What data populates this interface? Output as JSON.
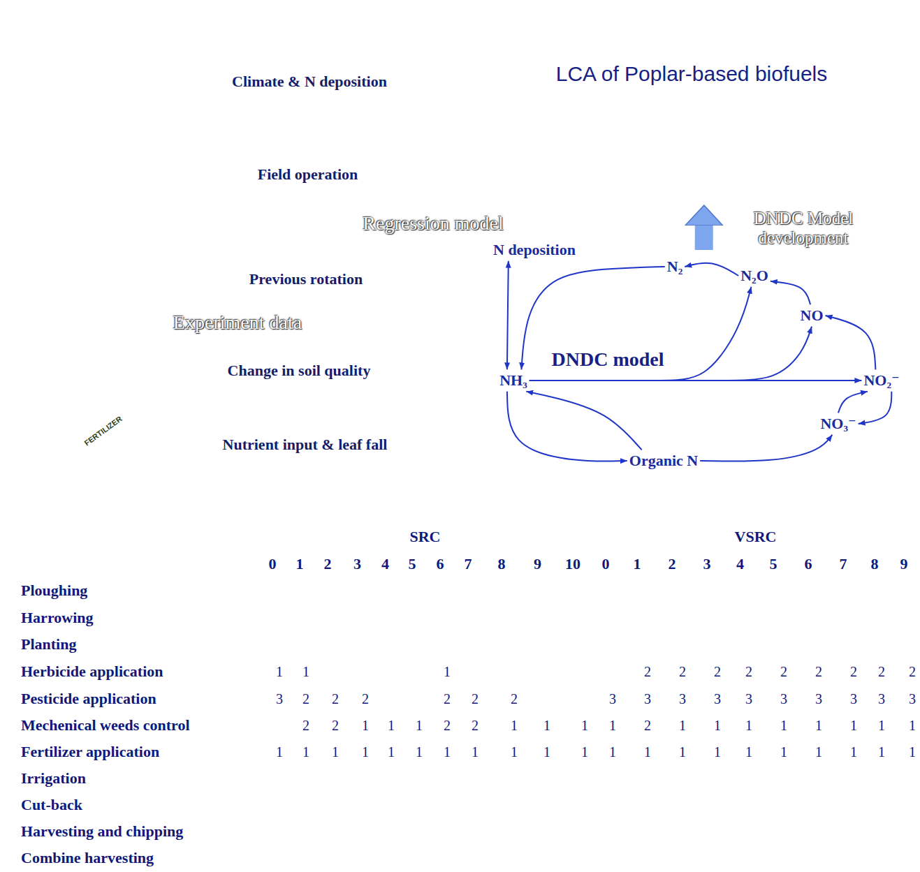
{
  "diagram": {
    "nodes": [
      {
        "text": [
          "Experiment data"
        ]
      },
      {
        "text": [
          "Regression model"
        ]
      },
      {
        "text": [
          "DNDC Model development"
        ]
      },
      {
        "text": [
          "Climate & N deposition"
        ]
      },
      {
        "text": [
          "LCA of Poplar-based biofuels"
        ]
      },
      {
        "text": [
          "Field operation"
        ]
      },
      {
        "text": [
          "Previous rotation"
        ]
      },
      {
        "text": [
          "N deposition"
        ]
      },
      {
        "text": [
          "DNDC model"
        ]
      },
      {
        "text": [
          "N₂"
        ],
        "in": 8
      },
      {
        "text": [
          "N₂O"
        ],
        "in": 8
      },
      {
        "text": [
          "NO"
        ],
        "in": 8
      },
      {
        "text": [
          "NH₃"
        ],
        "in": 8
      },
      {
        "text": [
          "NO₂⁻"
        ],
        "in": 8
      },
      {
        "text": [
          "NO₃⁻"
        ],
        "in": 8
      },
      {
        "text": [
          "Organic N"
        ],
        "in": 8
      },
      {
        "text": [
          "Change in soil quality"
        ]
      },
      {
        "text": [
          "Nutrient input & leaf fall"
        ]
      }
    ],
    "edges": [
      {
        "from": 8,
        "to": 4,
        "arrow": "to"
      },
      {
        "from": 7,
        "to": 12,
        "arrow": "both"
      },
      {
        "from": 9,
        "to": 12,
        "arrow": "to"
      },
      {
        "from": 12,
        "to": 13,
        "arrow": "to"
      },
      {
        "from": 12,
        "to": 10,
        "arrow": "to"
      },
      {
        "from": 12,
        "to": 11,
        "arrow": "to"
      },
      {
        "from": 13,
        "to": 11,
        "arrow": "to"
      },
      {
        "from": 11,
        "to": 10,
        "arrow": "to"
      },
      {
        "from": 10,
        "to": 9,
        "arrow": "to"
      },
      {
        "from": 13,
        "to": 14,
        "arrow": "to"
      },
      {
        "from": 14,
        "to": 13,
        "arrow": "to"
      },
      {
        "from": 15,
        "to": 14,
        "arrow": "to"
      },
      {
        "from": 12,
        "to": 15,
        "arrow": "to"
      },
      {
        "from": 15,
        "to": 12,
        "arrow": "to"
      }
    ],
    "labels": [
      "FERTILIZER",
      "SRC",
      "VSRC",
      "0",
      "1",
      "2",
      "3",
      "4",
      "5",
      "6",
      "7",
      "8",
      "9",
      "10",
      "0",
      "1",
      "2",
      "3",
      "4",
      "5",
      "6",
      "7",
      "8",
      "9",
      "Ploughing",
      "Harrowing",
      "Planting",
      "Herbicide application",
      "1",
      "1",
      "1",
      "2",
      "2",
      "2",
      "2",
      "2",
      "2",
      "2",
      "2",
      "2",
      "Pesticide application",
      "3",
      "2",
      "2",
      "2",
      "2",
      "2",
      "2",
      "3",
      "3",
      "3",
      "3",
      "3",
      "3",
      "3",
      "3",
      "3",
      "3",
      "Mechenical weeds control",
      "2",
      "2",
      "1",
      "1",
      "1",
      "2",
      "2",
      "1",
      "1",
      "1",
      "1",
      "2",
      "1",
      "1",
      "1",
      "1",
      "1",
      "1",
      "1",
      "1",
      "Fertilizer application",
      "1",
      "1",
      "1",
      "1",
      "1",
      "1",
      "1",
      "1",
      "1",
      "1",
      "1",
      "1",
      "1",
      "1",
      "1",
      "1",
      "1",
      "1",
      "1",
      "1",
      "1",
      "Irrigation",
      "Cut-back",
      "Harvesting and chipping",
      "Combine harvesting"
    ]
  }
}
